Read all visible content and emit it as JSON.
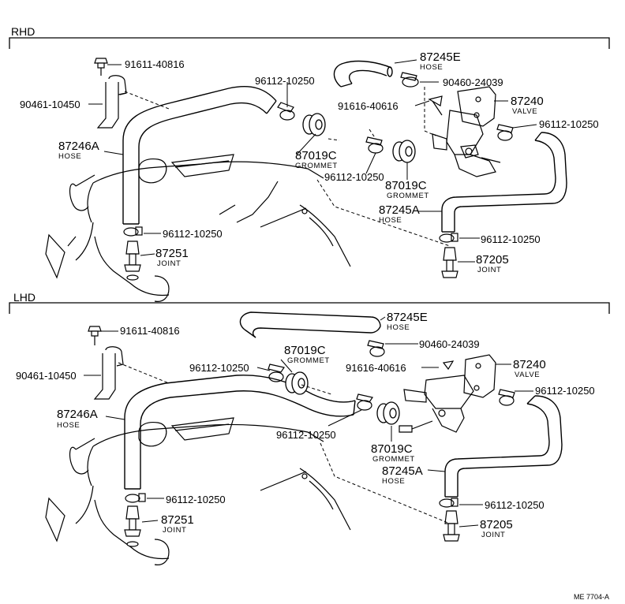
{
  "sections": {
    "rhd": {
      "title": "RHD",
      "parts": {
        "bolt": "91611-40816",
        "bracket": "90461-10450",
        "hose_main_no": "87246A",
        "hose_main_name": "HOSE",
        "clamp_a": "96112-10250",
        "hose_top_no": "87245E",
        "hose_top_name": "HOSE",
        "clamp_top": "90460-24039",
        "bolt_valve": "91616-40616",
        "valve_no": "87240",
        "valve_name": "VALVE",
        "clamp_valve": "96112-10250",
        "grommet_a_no": "87019C",
        "grommet_a_name": "GROMMET",
        "clamp_b": "96112-10250",
        "grommet_b_no": "87019C",
        "grommet_b_name": "GROMMET",
        "hose_low_no": "87245A",
        "hose_low_name": "HOSE",
        "clamp_c": "96112-10250",
        "clamp_d": "96112-10250",
        "joint_a_no": "87251",
        "joint_a_name": "JOINT",
        "joint_b_no": "87205",
        "joint_b_name": "JOINT"
      }
    },
    "lhd": {
      "title": "LHD",
      "parts": {
        "bolt": "91611-40816",
        "bracket": "90461-10450",
        "hose_main_no": "87246A",
        "hose_main_name": "HOSE",
        "hose_top_no": "87245E",
        "hose_top_name": "HOSE",
        "clamp_top": "90460-24039",
        "grommet_a_no": "87019C",
        "grommet_a_name": "GROMMET",
        "clamp_a": "96112-10250",
        "bolt_valve": "91616-40616",
        "valve_no": "87240",
        "valve_name": "VALVE",
        "clamp_valve": "96112-10250",
        "clamp_b": "96112-10250",
        "grommet_b_no": "87019C",
        "grommet_b_name": "GROMMET",
        "hose_low_no": "87245A",
        "hose_low_name": "HOSE",
        "clamp_c": "96112-10250",
        "clamp_d": "96112-10250",
        "joint_a_no": "87251",
        "joint_a_name": "JOINT",
        "joint_b_no": "87205",
        "joint_b_name": "JOINT"
      }
    }
  },
  "drawing_ref": "ME 7704-A"
}
